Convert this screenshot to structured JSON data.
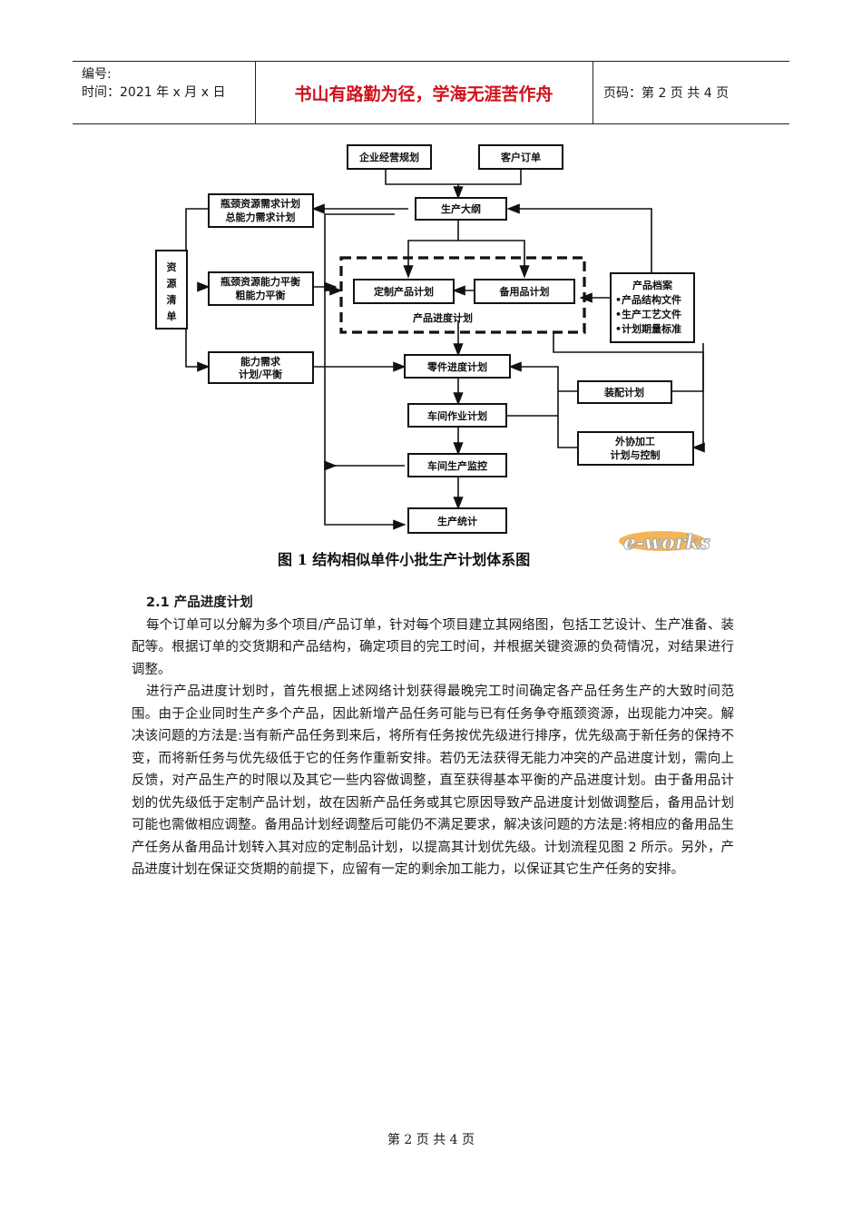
{
  "header": {
    "number_label": "编号:",
    "time_label": "时间：2021 年 x 月 x 日",
    "motto": "书山有路勤为径，学海无涯苦作舟",
    "page_info": "页码：第 2 页  共 4 页"
  },
  "diagram": {
    "boxes": {
      "enterprise_plan": "企业经营规划",
      "customer_order": "客户订单",
      "bottleneck_demand_1": "瓶颈资源需求计划",
      "bottleneck_demand_2": "总能力需求计划",
      "master_plan": "生产大纲",
      "resource_list": [
        "资",
        "源",
        "清",
        "单"
      ],
      "bottleneck_balance_1": "瓶颈资源能力平衡",
      "bottleneck_balance_2": "粗能力平衡",
      "custom_product_plan": "定制产品计划",
      "spare_parts_plan": "备用品计划",
      "product_schedule": "产品进度计划",
      "product_file": [
        "产品档案",
        "•产品结构文件",
        "•生产工艺文件",
        "•计划期量标准"
      ],
      "capacity_demand_1": "能力需求",
      "capacity_demand_2": "计划/平衡",
      "parts_schedule": "零件进度计划",
      "assembly_plan": "装配计划",
      "workshop_operation": "车间作业计划",
      "outsourcing_1": "外协加工",
      "outsourcing_2": "计划与控制",
      "workshop_monitor": "车间生产监控",
      "production_stats": "生产统计"
    },
    "caption": "图 1  结构相似单件小批生产计划体系图",
    "logo": "e-works"
  },
  "section": {
    "title": "2.1 产品进度计划",
    "paragraphs": [
      "每个订单可以分解为多个项目/产品订单，针对每个项目建立其网络图，包括工艺设计、生产准备、装配等。根据订单的交货期和产品结构，确定项目的完工时间，并根据关键资源的负荷情况，对结果进行调整。",
      "进行产品进度计划时，首先根据上述网络计划获得最晚完工时间确定各产品任务生产的大致时间范围。由于企业同时生产多个产品，因此新增产品任务可能与已有任务争夺瓶颈资源，出现能力冲突。解决该问题的方法是:当有新产品任务到来后，将所有任务按优先级进行排序，优先级高于新任务的保持不变，而将新任务与优先级低于它的任务作重新安排。若仍无法获得无能力冲突的产品进度计划，需向上反馈，对产品生产的时限以及其它一些内容做调整，直至获得基本平衡的产品进度计划。由于备用品计划的优先级低于定制产品计划，故在因新产品任务或其它原因导致产品进度计划做调整后，备用品计划可能也需做相应调整。备用品计划经调整后可能仍不满足要求，解决该问题的方法是:将相应的备用品生产任务从备用品计划转入其对应的定制品计划，以提高其计划优先级。计划流程见图 2 所示。另外，产品进度计划在保证交货期的前提下，应留有一定的剩余加工能力，以保证其它生产任务的安排。"
    ]
  },
  "footer": {
    "page_text": "第 2 页 共 4 页"
  }
}
